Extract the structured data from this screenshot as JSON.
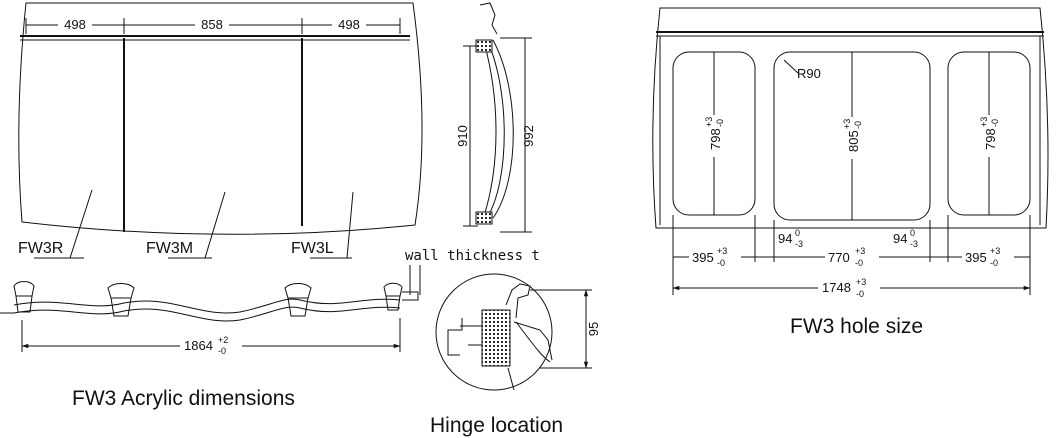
{
  "front": {
    "dims_top": [
      "498",
      "858",
      "498"
    ],
    "panels": [
      "FW3R",
      "FW3M",
      "FW3L"
    ],
    "overall": {
      "value": "1864",
      "tol_upper": "+2",
      "tol_lower": "-0"
    },
    "caption": "FW3 Acrylic dimensions"
  },
  "side": {
    "height_inner": "910",
    "height_outer": "992"
  },
  "hinge": {
    "wall_label": "wall thickness t",
    "height": "95",
    "caption": "Hinge location"
  },
  "hole": {
    "radius": "R90",
    "heights": [
      {
        "value": "798",
        "tol_upper": "+3",
        "tol_lower": "-0"
      },
      {
        "value": "805",
        "tol_upper": "+3",
        "tol_lower": "-0"
      },
      {
        "value": "798",
        "tol_upper": "+3",
        "tol_lower": "-0"
      }
    ],
    "gaps": [
      {
        "value": "94",
        "tol_upper": "0",
        "tol_lower": "-3"
      },
      {
        "value": "94",
        "tol_upper": "0",
        "tol_lower": "-3"
      }
    ],
    "widths": [
      {
        "value": "395",
        "tol_upper": "+3",
        "tol_lower": "-0"
      },
      {
        "value": "770",
        "tol_upper": "+3",
        "tol_lower": "-0"
      },
      {
        "value": "395",
        "tol_upper": "+3",
        "tol_lower": "-0"
      }
    ],
    "overall": {
      "value": "1748",
      "tol_upper": "+3",
      "tol_lower": "-0"
    },
    "caption": "FW3 hole size"
  }
}
